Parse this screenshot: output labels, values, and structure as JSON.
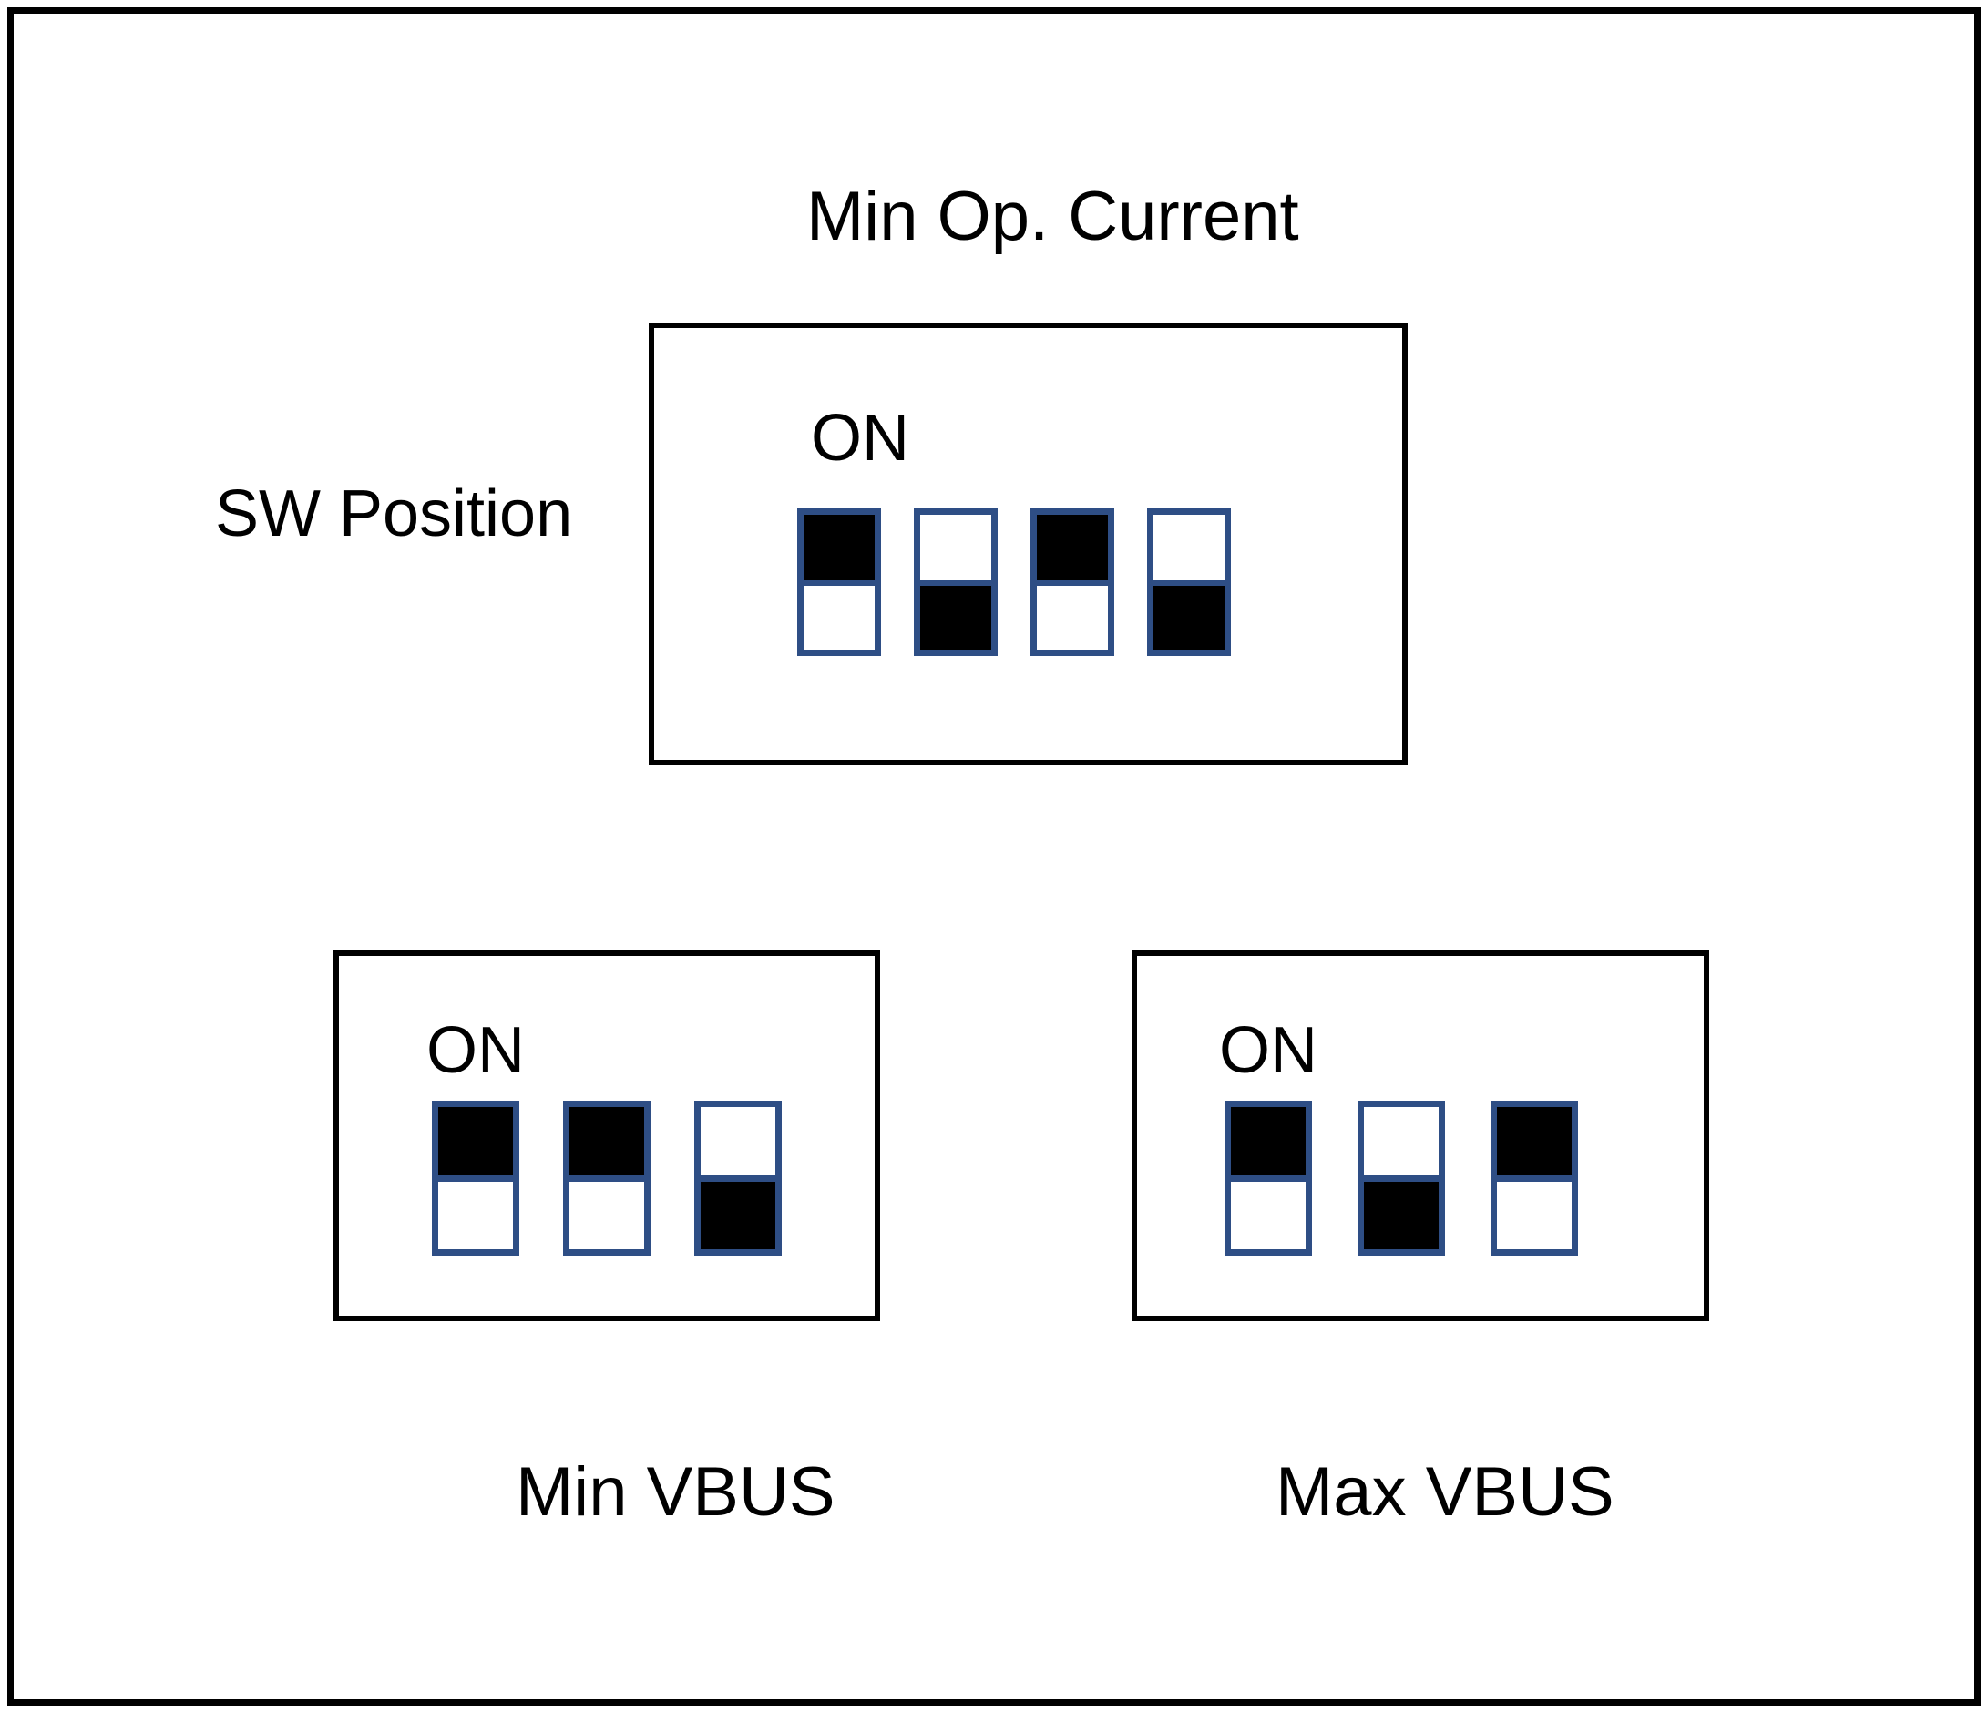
{
  "diagram": {
    "title": "Min Op. Current",
    "side_label": "SW Position",
    "on_label": "ON",
    "border_color": "#000000",
    "switch_border_color": "#2e4e85",
    "switch_fill_color": "#000000",
    "background_color": "#ffffff"
  },
  "blocks": [
    {
      "id": "min-op-current",
      "heading": "Min Op. Current",
      "side_label": "SW Position",
      "on_label": "ON",
      "caption": "",
      "switch_count": 4,
      "positions": [
        "up",
        "down",
        "up",
        "down"
      ]
    },
    {
      "id": "min-vbus",
      "heading": "",
      "side_label": "",
      "on_label": "ON",
      "caption": "Min VBUS",
      "switch_count": 3,
      "positions": [
        "up",
        "up",
        "down"
      ]
    },
    {
      "id": "max-vbus",
      "heading": "",
      "side_label": "",
      "on_label": "ON",
      "caption": "Max VBUS",
      "switch_count": 3,
      "positions": [
        "up",
        "down",
        "up"
      ]
    }
  ]
}
